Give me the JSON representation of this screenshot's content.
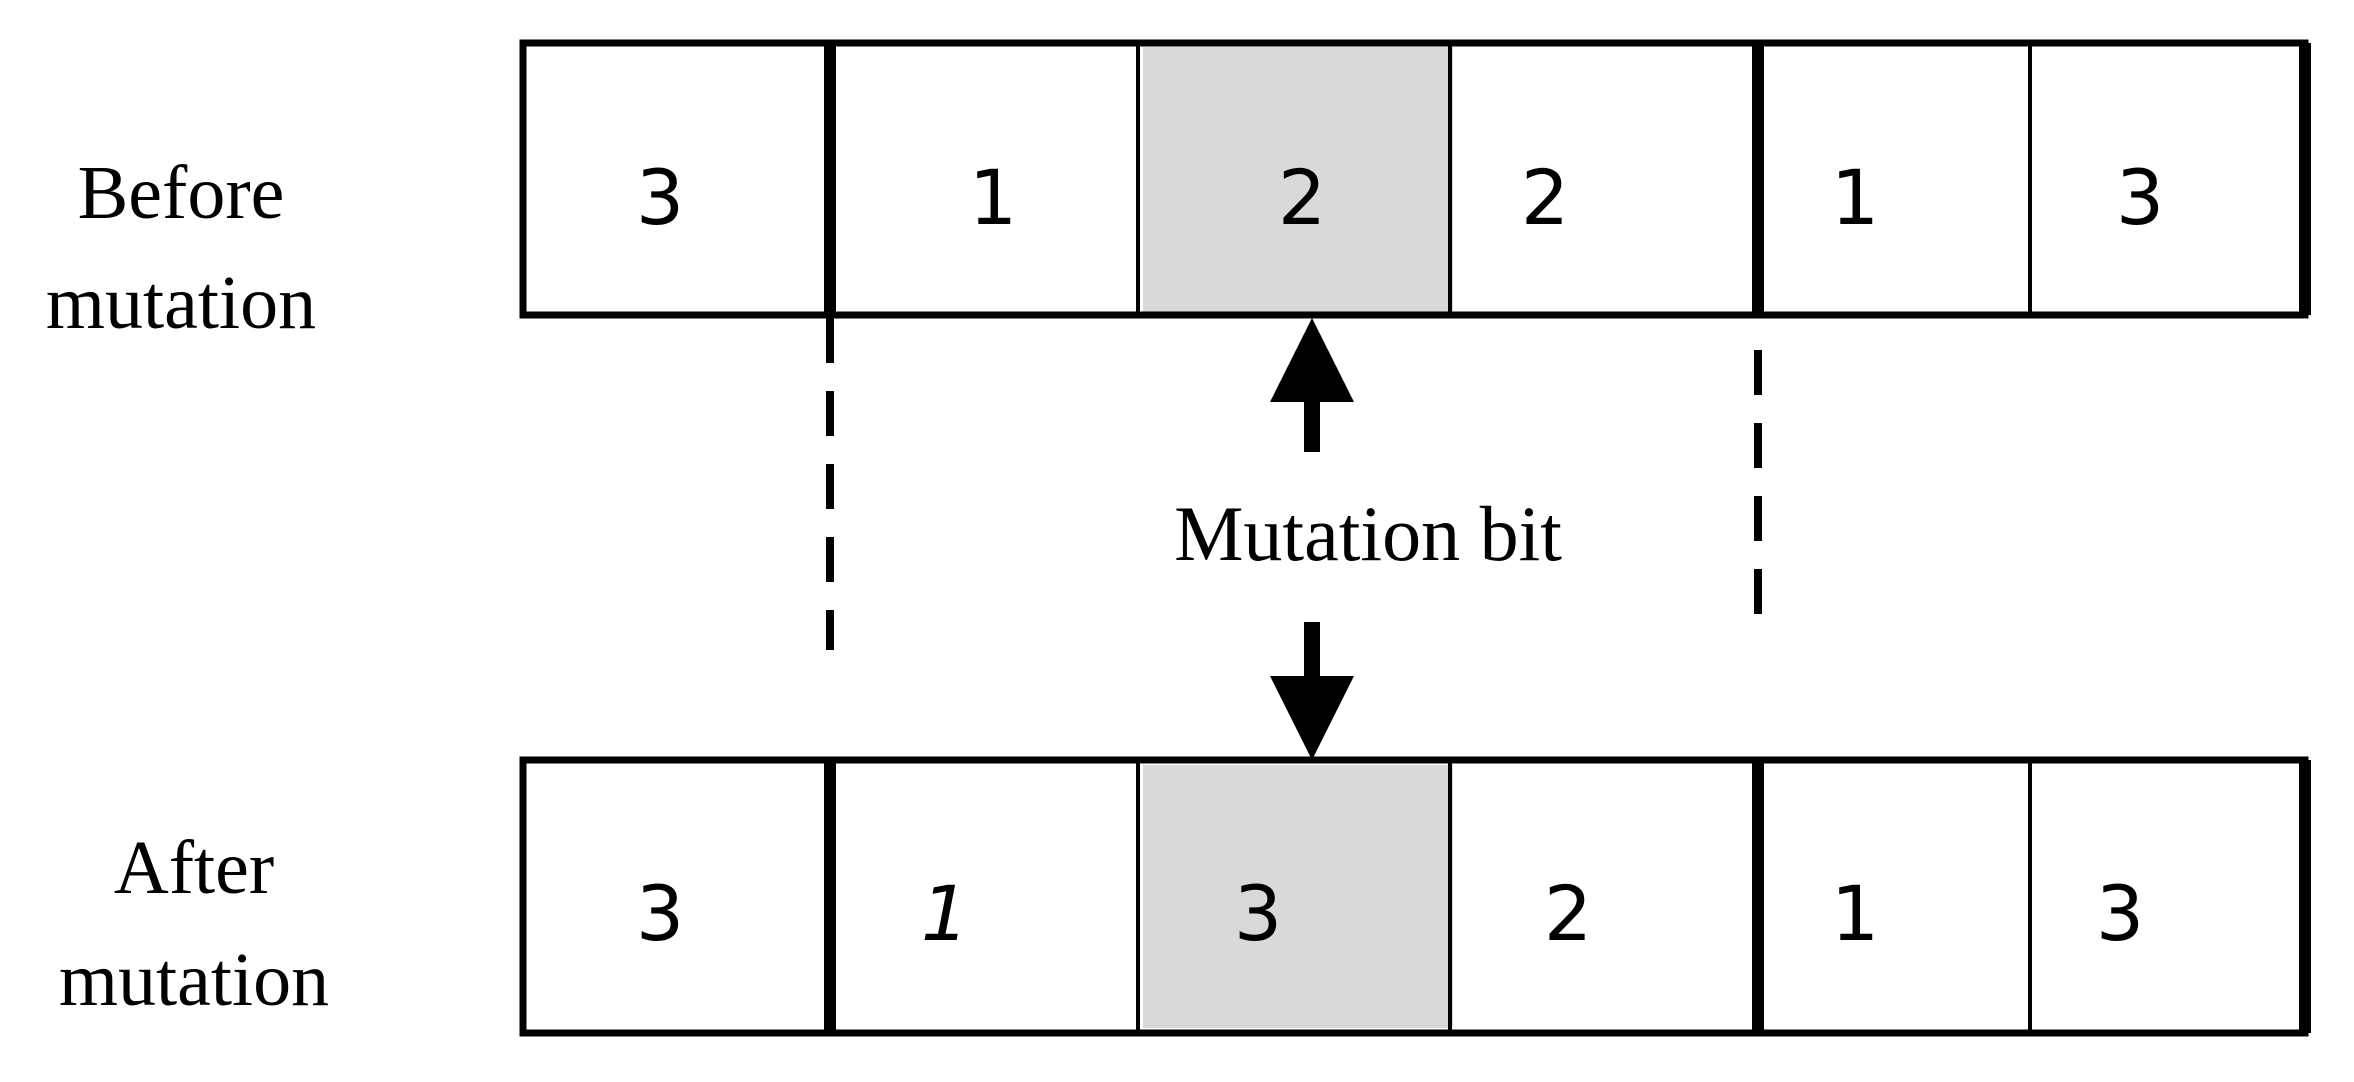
{
  "labels": {
    "before_line1": "Before",
    "before_line2": "mutation",
    "after_line1": "After",
    "after_line2": "mutation",
    "mutation_bit": "Mutation bit"
  },
  "before_cells": [
    "3",
    "1",
    "2",
    "2",
    "1",
    "3"
  ],
  "after_cells": [
    "3",
    "1",
    "3",
    "2",
    "1",
    "3"
  ],
  "highlighted_cell_index": 2,
  "italic_after_cell_index": 1,
  "colors": {
    "highlight_fill": "#d9d9d9",
    "stroke": "#000000"
  }
}
